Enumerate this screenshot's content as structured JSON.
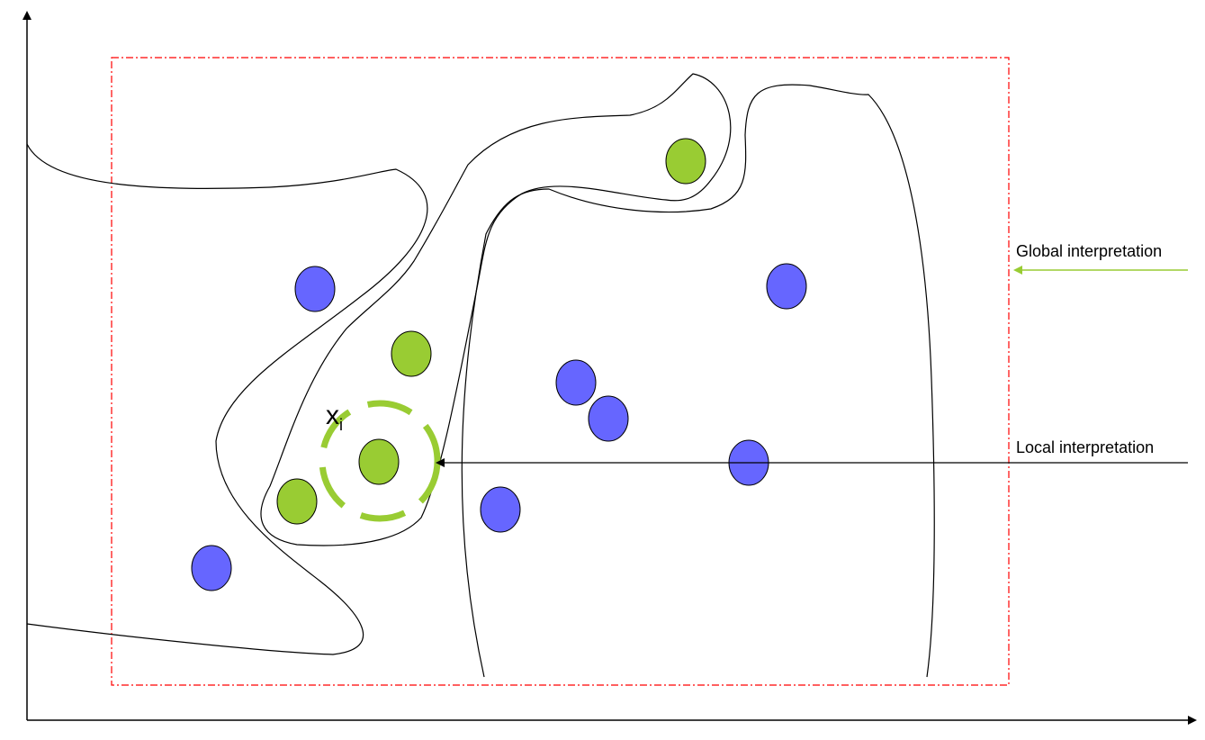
{
  "labels": {
    "global": "Global interpretation",
    "local": "Local interpretation",
    "point_symbol": "x",
    "point_subscript": "i"
  },
  "colors": {
    "green": "#99cc33",
    "blue": "#6666ff",
    "frame": "#ff0000",
    "ink": "#000000"
  }
}
